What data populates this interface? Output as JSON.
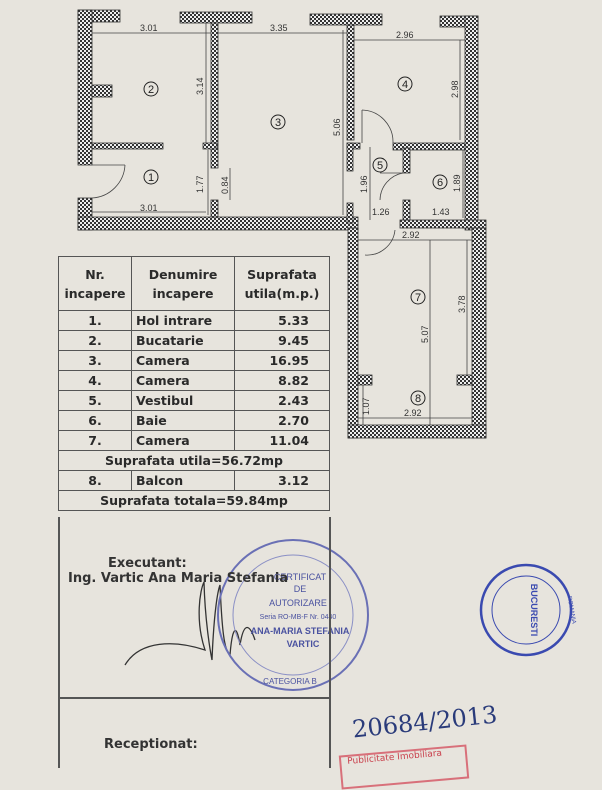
{
  "plan": {
    "dimensions": [
      "3.01",
      "3.35",
      "2.96",
      "3.14",
      "2.98",
      "5.06",
      "1.77",
      "0.84",
      "3.01",
      "1.96",
      "1.89",
      "1.26",
      "1.43",
      "2.92",
      "5.07",
      "3.78",
      "1.07",
      "2.92"
    ],
    "room_numbers": [
      "1",
      "2",
      "3",
      "4",
      "5",
      "6",
      "7",
      "8"
    ]
  },
  "table": {
    "headers": [
      "Nr. incapere",
      "Denumire incapere",
      "Suprafata utila(m.p.)"
    ],
    "rows": [
      {
        "nr": "1.",
        "name": "Hol intrare",
        "area": "5.33"
      },
      {
        "nr": "2.",
        "name": "Bucatarie",
        "area": "9.45"
      },
      {
        "nr": "3.",
        "name": "Camera",
        "area": "16.95"
      },
      {
        "nr": "4.",
        "name": "Camera",
        "area": "8.82"
      },
      {
        "nr": "5.",
        "name": "Vestibul",
        "area": "2.43"
      },
      {
        "nr": "6.",
        "name": "Baie",
        "area": "2.70"
      },
      {
        "nr": "7.",
        "name": "Camera",
        "area": "11.04"
      }
    ],
    "subtotal": "Suprafata utila=56.72mp",
    "balcony": {
      "nr": "8.",
      "name": "Balcon",
      "area": "3.12"
    },
    "total": "Suprafata totala=59.84mp"
  },
  "signoff": {
    "executant_label": "Executant:",
    "executant_name": "Ing. Vartic Ana Maria Stefania",
    "receptionat_label": "Receptionat:",
    "registration": "20684/2013"
  },
  "stamps": {
    "left_text": [
      "CERTIFICAT",
      "DE",
      "AUTORIZARE",
      "Seria RO-MB-F Nr. 0440",
      "ANA-MARIA STEFANIA",
      "VARTIC",
      "CATEGORIA B"
    ],
    "right_text": [
      "BUCURESTI",
      "ROMANIA"
    ],
    "red_text": "Publicitate Imobiliara"
  }
}
